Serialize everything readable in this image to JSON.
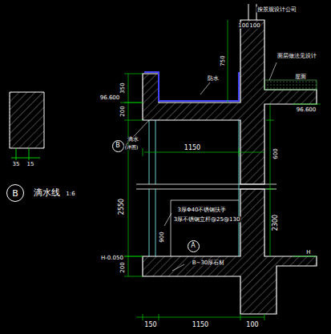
{
  "diagram": {
    "nodes": [
      {
        "text": [
          "B"
        ]
      },
      {
        "text": [
          "B"
        ]
      },
      {
        "text": [
          "A"
        ]
      }
    ],
    "labels": [
      "按景观设计公司",
      "100",
      "100",
      "350",
      "200",
      "96.600",
      "750",
      "防水",
      "面层做法见设计",
      "屋面",
      "96.600",
      "滴水",
      "(详图)",
      "1150",
      "600",
      "2550",
      "2300",
      "3厚Φ40不锈钢扶手",
      "3厚不锈钢立杆@25@130",
      "900",
      "B~30厚石材",
      "H-0.050",
      "H",
      "200",
      "150",
      "1150",
      "100",
      "35",
      "15",
      "滴水线",
      "1:6"
    ]
  }
}
